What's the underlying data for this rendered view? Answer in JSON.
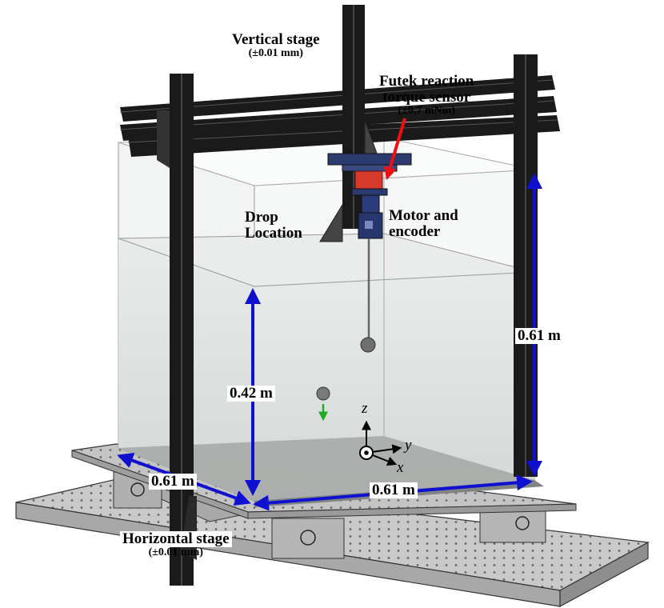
{
  "labels": {
    "vertical_stage": "Vertical stage",
    "vertical_stage_precision": "(±0.01 mm)",
    "torque_sensor_line1": "Futek reaction",
    "torque_sensor_line2": "torque sensor",
    "torque_sensor_precision": "(±0.7 mNm)",
    "drop_location_line1": "Drop",
    "drop_location_line2": "Location",
    "motor_line1": "Motor and",
    "motor_line2": "encoder",
    "horizontal_stage": "Horizontal stage",
    "horizontal_stage_precision": "(±0.01 mm)"
  },
  "dimensions": {
    "tank_height": "0.61 m",
    "water_depth": "0.42 m",
    "tank_depth": "0.61 m",
    "tank_width": "0.61 m"
  },
  "axes": {
    "z": "z",
    "y": "y",
    "x": "x"
  },
  "colors": {
    "frame": "#1a1a1a",
    "dimension_arrow": "#1010d0",
    "sensor_arrow": "#ee1111",
    "drop_arrow": "#22aa22",
    "sensor_body": "#d63a2a",
    "motor_body": "#2a3a7a",
    "table": "#c8c8c8",
    "glass": "#eef1f1"
  }
}
